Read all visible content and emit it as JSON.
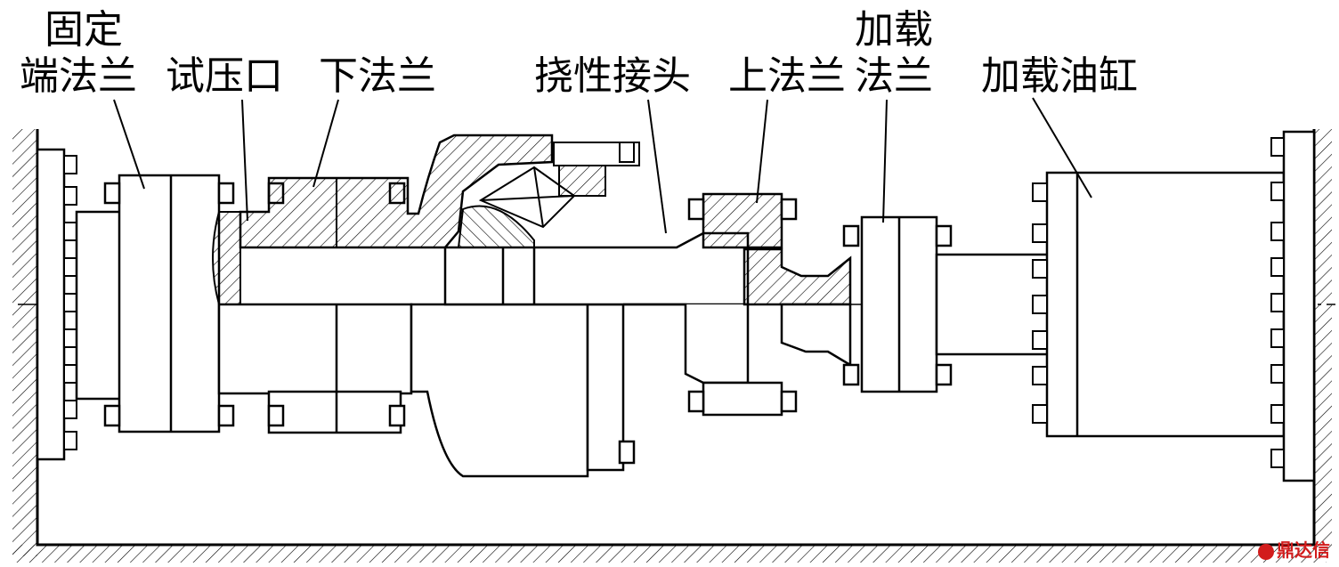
{
  "labels": {
    "fixed_end_flange_top": "固定",
    "fixed_end_flange_bottom": "端法兰",
    "pressure_port": "试压口",
    "lower_flange": "下法兰",
    "flex_joint": "挠性接头",
    "upper_flange": "上法兰",
    "loading_flange_top": "加载",
    "loading_flange_bottom": "法兰",
    "loading_cylinder": "加载油缸"
  },
  "watermark": "鼎达信",
  "colors": {
    "line": "#000000",
    "background": "#ffffff",
    "watermark": "#d21c1c"
  }
}
